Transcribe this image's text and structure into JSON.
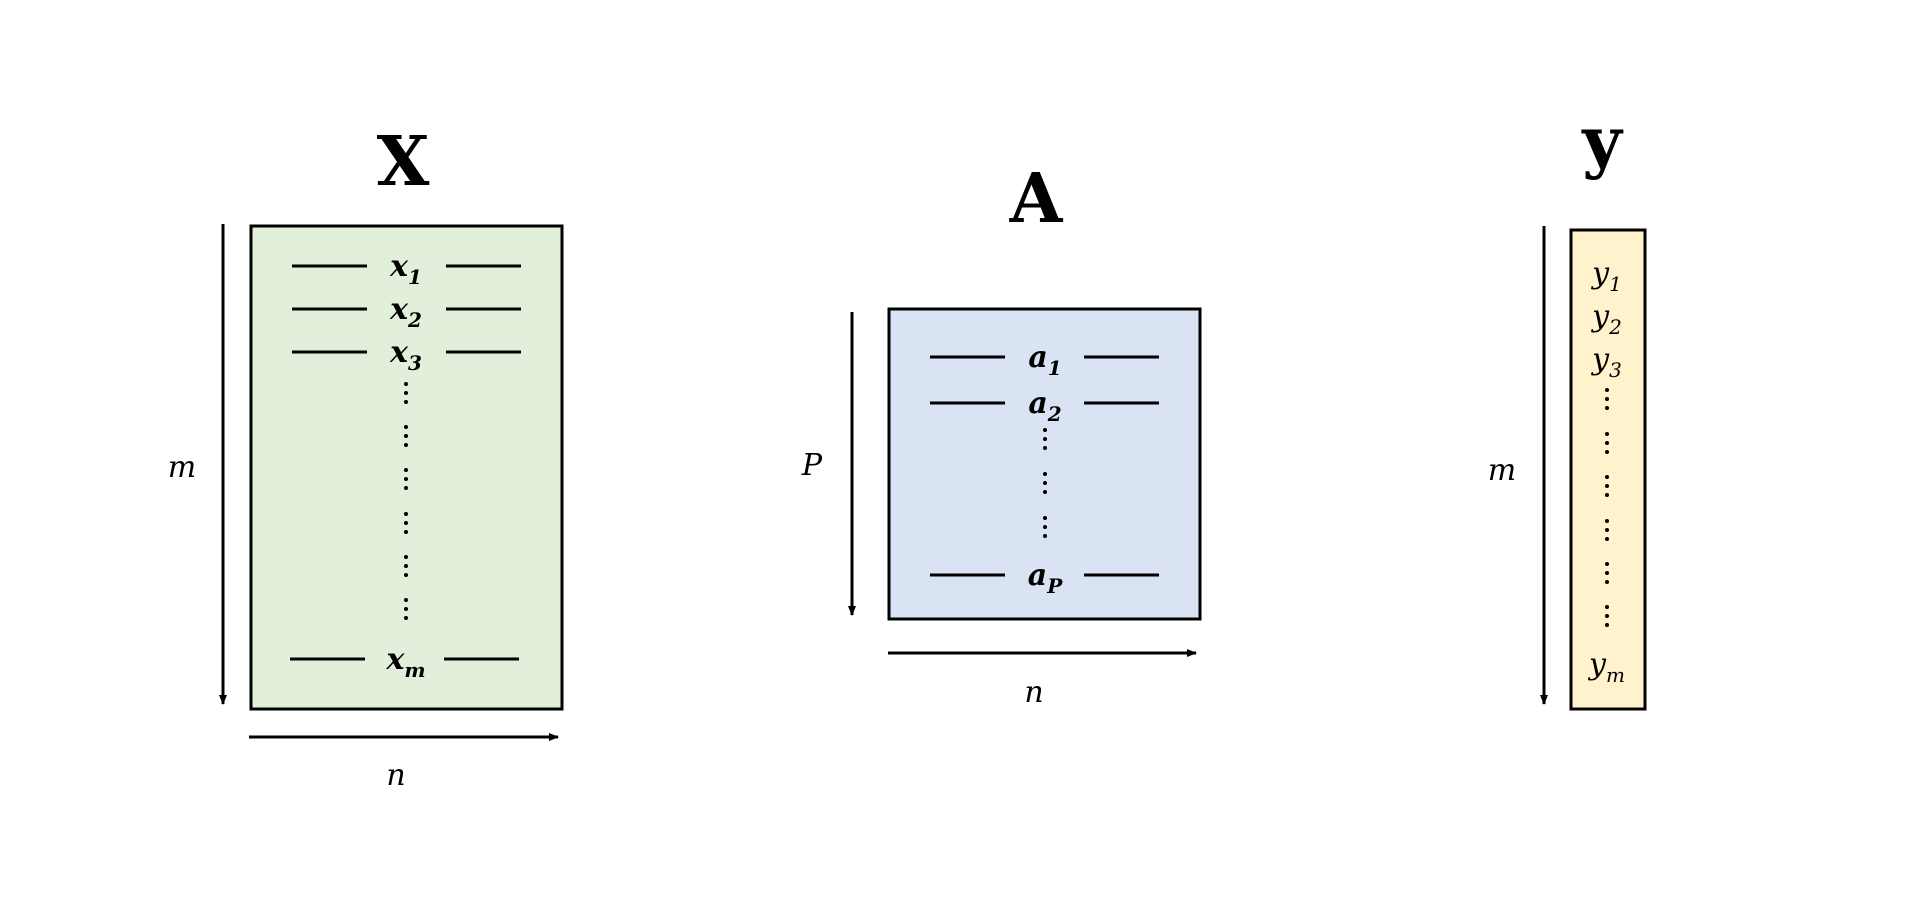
{
  "matrices": [
    {
      "id": "X",
      "title": "X",
      "fill": "#e2efda",
      "row_base": "x",
      "rows_top": [
        "1",
        "2",
        "3"
      ],
      "row_bottom": "m",
      "ellipsis_count": 6,
      "height_label": "m",
      "width_label": "n",
      "bold_rows": true
    },
    {
      "id": "A",
      "title": "A",
      "fill": "#dae3f3",
      "row_base": "a",
      "rows_top": [
        "1",
        "2"
      ],
      "row_bottom": "P",
      "ellipsis_count": 3,
      "height_label": "P",
      "width_label": "n",
      "bold_rows": true
    },
    {
      "id": "y",
      "title": "y",
      "fill": "#fff2cc",
      "row_base": "y",
      "rows_top": [
        "1",
        "2",
        "3"
      ],
      "row_bottom": "m",
      "ellipsis_count": 6,
      "height_label": "m",
      "width_label": "",
      "bold_rows": false
    }
  ],
  "colors": {
    "stroke": "#000000",
    "text": "#000000"
  }
}
